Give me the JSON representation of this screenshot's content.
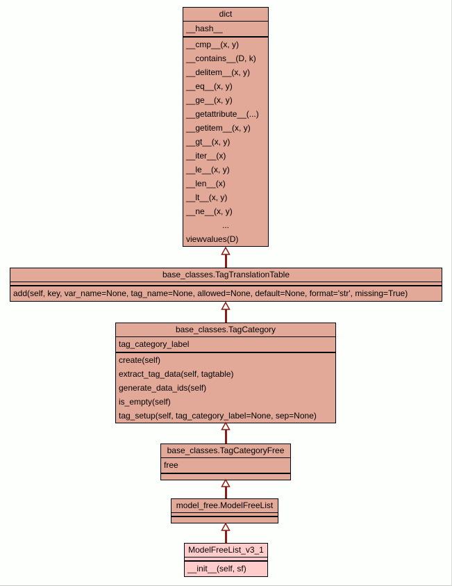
{
  "diagram": {
    "type": "uml-class-inheritance",
    "background": "#fdfffc",
    "box_fill": "#e2a898",
    "highlight_fill": "#ffcccc",
    "border_color": "#000000",
    "edge_color": "#8e1a12"
  },
  "classes": [
    {
      "name": "dict",
      "attributes": [
        "__hash__"
      ],
      "methods": [
        "__cmp__(x, y)",
        "__contains__(D, k)",
        "__delitem__(x, y)",
        "__eq__(x, y)",
        "__ge__(x, y)",
        "__getattribute__(...)",
        "__getitem__(x, y)",
        "__gt__(x, y)",
        "__iter__(x)",
        "__le__(x, y)",
        "__len__(x)",
        "__lt__(x, y)",
        "__ne__(x, y)",
        "...",
        "viewvalues(D)"
      ]
    },
    {
      "name": "base_classes.TagTranslationTable",
      "attributes": [],
      "methods": [
        "add(self, key, var_name=None, tag_name=None, allowed=None, default=None, format='str', missing=True)"
      ]
    },
    {
      "name": "base_classes.TagCategory",
      "attributes": [
        "tag_category_label"
      ],
      "methods": [
        "create(self)",
        "extract_tag_data(self, tagtable)",
        "generate_data_ids(self)",
        "is_empty(self)",
        "tag_setup(self, tag_category_label=None, sep=None)"
      ]
    },
    {
      "name": "base_classes.TagCategoryFree",
      "attributes": [
        "free"
      ],
      "methods": []
    },
    {
      "name": "model_free.ModelFreeList",
      "attributes": [],
      "methods": []
    },
    {
      "name": "ModelFreeList_v3_1",
      "attributes": [],
      "methods": [
        "__init__(self, sf)"
      ]
    }
  ]
}
